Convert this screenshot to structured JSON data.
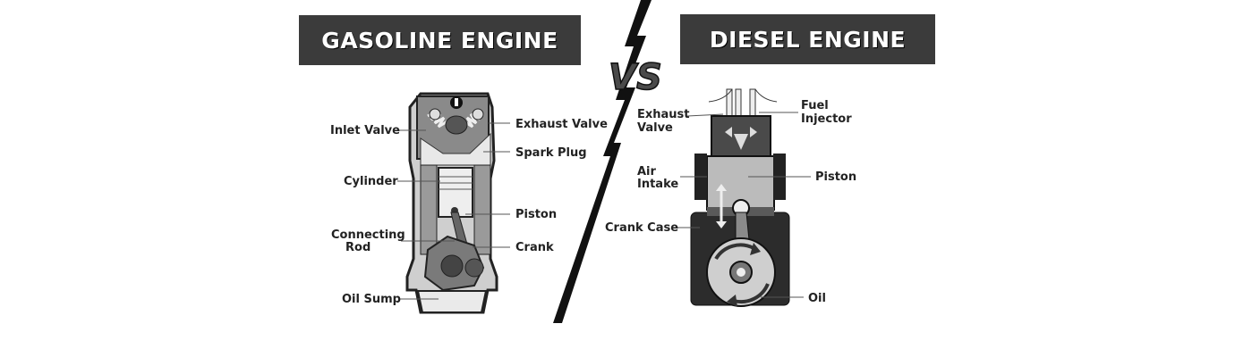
{
  "gasoline": {
    "title": "GASOLINE ENGINE",
    "labels": {
      "inlet_valve": "Inlet Valve",
      "exhaust_valve": "Exhaust Valve",
      "spark_plug": "Spark Plug",
      "cylinder": "Cylinder",
      "piston": "Piston",
      "connecting_rod_1": "Connecting",
      "connecting_rod_2": "Rod",
      "crank": "Crank",
      "oil_sump": "Oil Sump"
    }
  },
  "versus": "VS",
  "diesel": {
    "title": "DIESEL ENGINE",
    "labels": {
      "exhaust_valve_1": "Exhaust",
      "exhaust_valve_2": "Valve",
      "fuel_injector_1": "Fuel",
      "fuel_injector_2": "Injector",
      "air_intake_1": "Air",
      "air_intake_2": "Intake",
      "piston": "Piston",
      "crank_case": "Crank Case",
      "oil": "Oil"
    }
  }
}
